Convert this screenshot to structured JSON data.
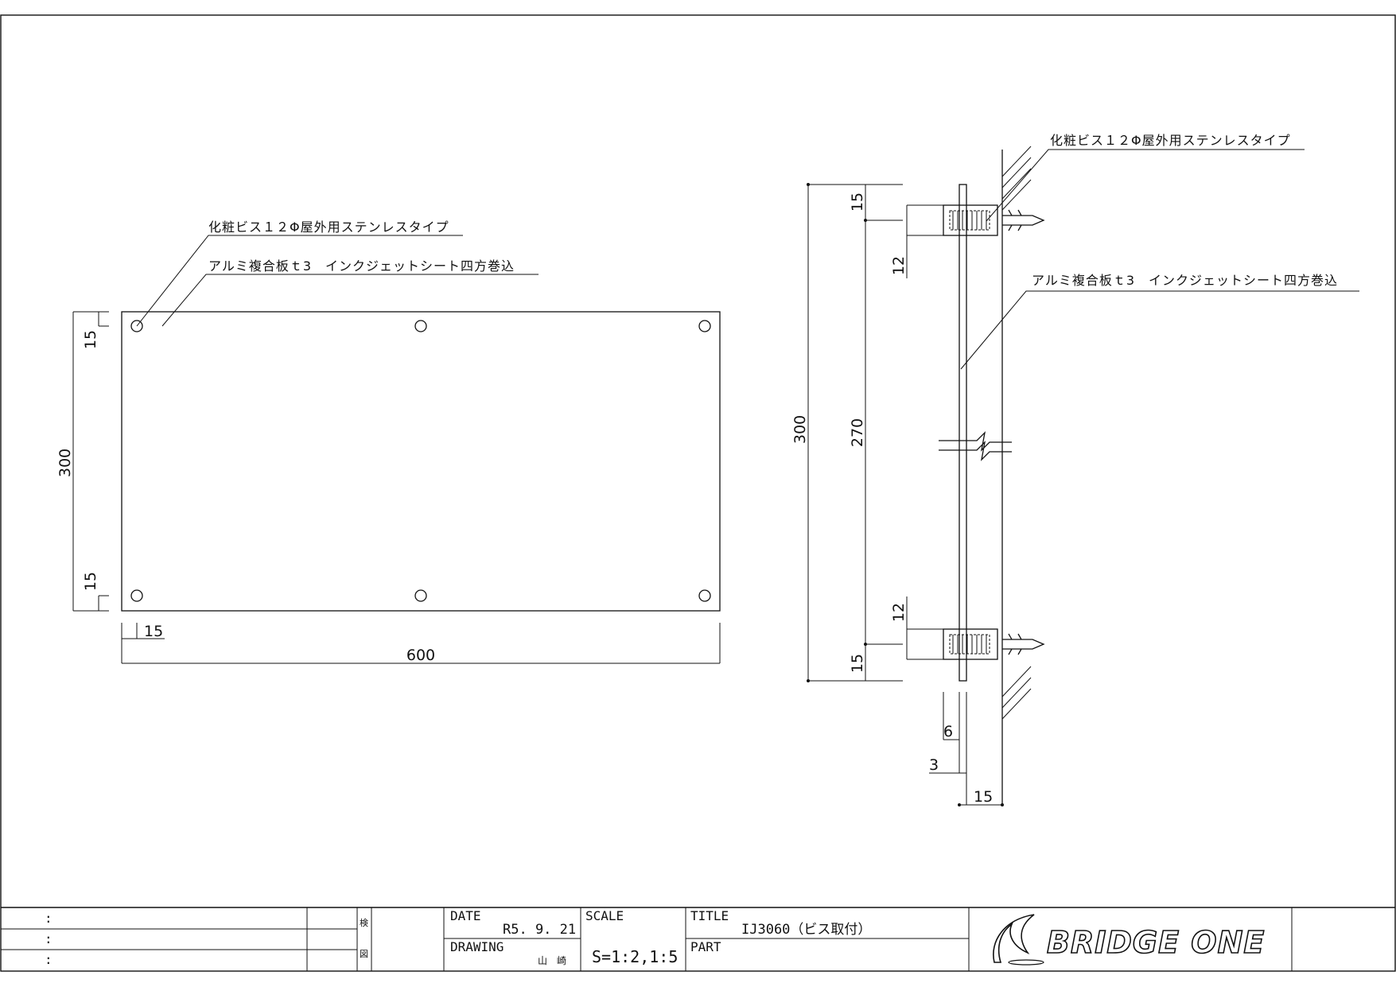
{
  "front_view": {
    "callout_screw": "化粧ビス１２Φ屋外用ステンレスタイプ",
    "callout_panel": "アルミ複合板ｔ3　インクジェットシート四方巻込",
    "dim_height": "300",
    "dim_top_margin": "15",
    "dim_bottom_margin": "15",
    "dim_side_margin": "15",
    "dim_width": "600"
  },
  "side_view": {
    "callout_screw": "化粧ビス１２Φ屋外用ステンレスタイプ",
    "callout_panel": "アルミ複合板ｔ3　インクジェットシート四方巻込",
    "dim_total": "300",
    "dim_pitch": "270",
    "dim_top_margin": "15",
    "dim_bottom_margin": "15",
    "dim_cap_top": "12",
    "dim_cap_bottom": "12",
    "dim_6": "6",
    "dim_3": "3",
    "dim_15": "15"
  },
  "title_block": {
    "rev_rows": [
      ":",
      ":",
      ":"
    ],
    "check_label": "検",
    "drawn_label": "図",
    "date_label": "DATE",
    "date_value": "R5. 9. 21",
    "drawing_label": "DRAWING",
    "drawing_value": "山　崎",
    "scale_label": "SCALE",
    "scale_value": "S=1:2,1:5",
    "title_label": "TITLE",
    "title_value": "IJ3060（ビス取付）",
    "part_label": "PART",
    "logo_text": "BRIDGE ONE"
  }
}
